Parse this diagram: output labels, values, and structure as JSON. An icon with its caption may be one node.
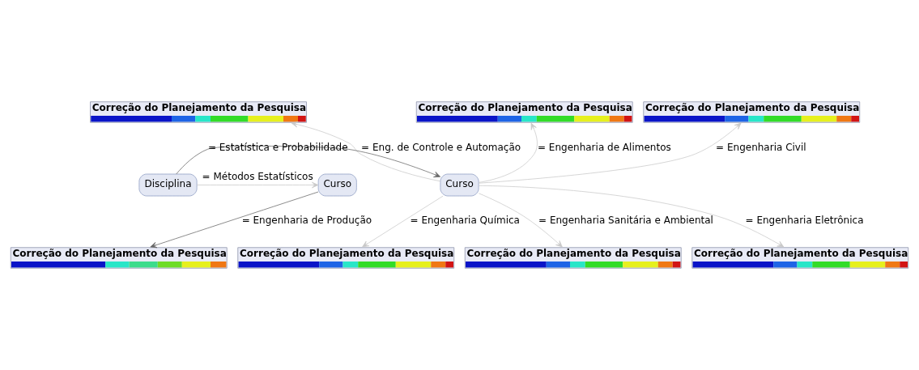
{
  "diagram": {
    "nodes": [
      {
        "text": [
          "Correção do Planejamento da Pesquisa"
        ]
      },
      {
        "text": [
          "Correção do Planejamento da Pesquisa"
        ]
      },
      {
        "text": [
          "Correção do Planejamento da Pesquisa"
        ]
      },
      {
        "text": [
          "Curso"
        ]
      },
      {
        "text": [
          "Disciplina"
        ]
      },
      {
        "text": [
          "Curso"
        ]
      },
      {
        "text": [
          "Correção do Planejamento da Pesquisa"
        ]
      },
      {
        "text": [
          "Correção do Planejamento da Pesquisa"
        ]
      },
      {
        "text": [
          "Correção do Planejamento da Pesquisa"
        ]
      },
      {
        "text": [
          "Correção do Planejamento da Pesquisa"
        ]
      }
    ],
    "edges": [
      {
        "from": 3,
        "to": 0,
        "arrow": "to",
        "label": "= Eng. de Controle e Automação"
      },
      {
        "from": 3,
        "to": 1,
        "arrow": "to",
        "label": "= Engenharia de Alimentos"
      },
      {
        "from": 3,
        "to": 2,
        "arrow": "to",
        "label": "= Engenharia Civil"
      },
      {
        "from": 3,
        "to": 6,
        "arrow": "to",
        "label": "= Engenharia Eletrônica"
      },
      {
        "from": 3,
        "to": 7,
        "arrow": "to",
        "label": "= Engenharia Química"
      },
      {
        "from": 3,
        "to": 8,
        "arrow": "to",
        "label": "= Engenharia Sanitária e Ambiental"
      },
      {
        "from": 4,
        "to": 3,
        "arrow": "to",
        "label": "= Estatística e Probabilidade",
        "color": "#666666"
      },
      {
        "from": 4,
        "to": 5,
        "arrow": "to",
        "label": "= Métodos Estatísticos"
      },
      {
        "from": 5,
        "to": 9,
        "arrow": "to",
        "label": "= Engenharia de Produção",
        "color": "#666666"
      }
    ]
  }
}
